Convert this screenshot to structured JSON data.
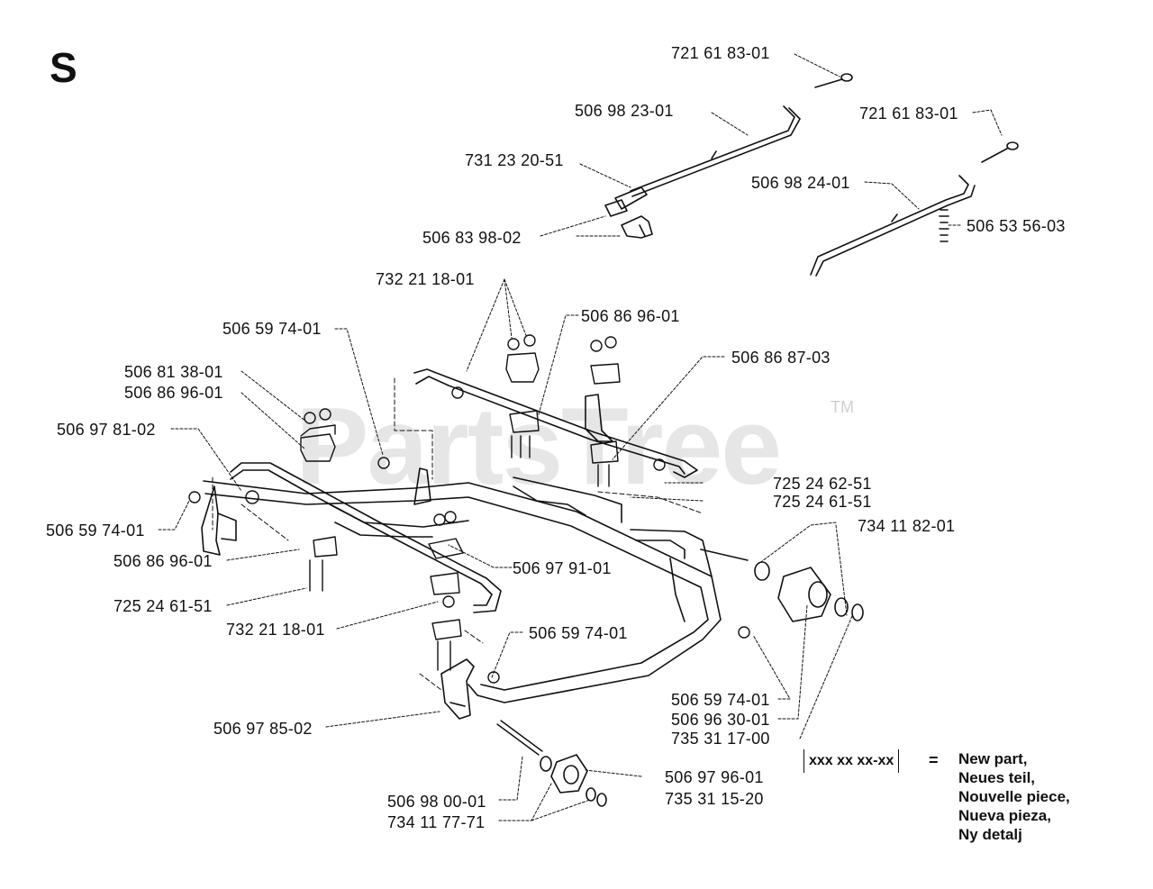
{
  "section_letter": "S",
  "watermark": "PartsTree",
  "watermark_tm": "TM",
  "callouts": [
    "721 61 83-01",
    "506 98 23-01",
    "721 61 83-01",
    "731 23 20-51",
    "506 98 24-01",
    "506 83 98-02",
    "506 53 56-03",
    "732 21 18-01",
    "506 86 96-01",
    "506 59 74-01",
    "506 86 87-03",
    "506 81 38-01",
    "506 86 96-01",
    "506 97 81-02",
    "725 24 62-51",
    "725 24 61-51",
    "506 59 74-01",
    "734 11 82-01",
    "506 86 96-01",
    "506 97 91-01",
    "725 24 61-51",
    "732 21 18-01",
    "506 59 74-01",
    "506 59 74-01",
    "506 96 30-01",
    "735 31 17-00",
    "506 97 85-02",
    "506 97 96-01",
    "735 31 15-20",
    "506 98 00-01",
    "734 11 77-71"
  ],
  "legend": {
    "code": "xxx xx xx-xx",
    "equals": "=",
    "lines": [
      "New part,",
      "Neues teil,",
      "Nouvelle piece,",
      "Nueva pieza,",
      "Ny detalj"
    ]
  }
}
